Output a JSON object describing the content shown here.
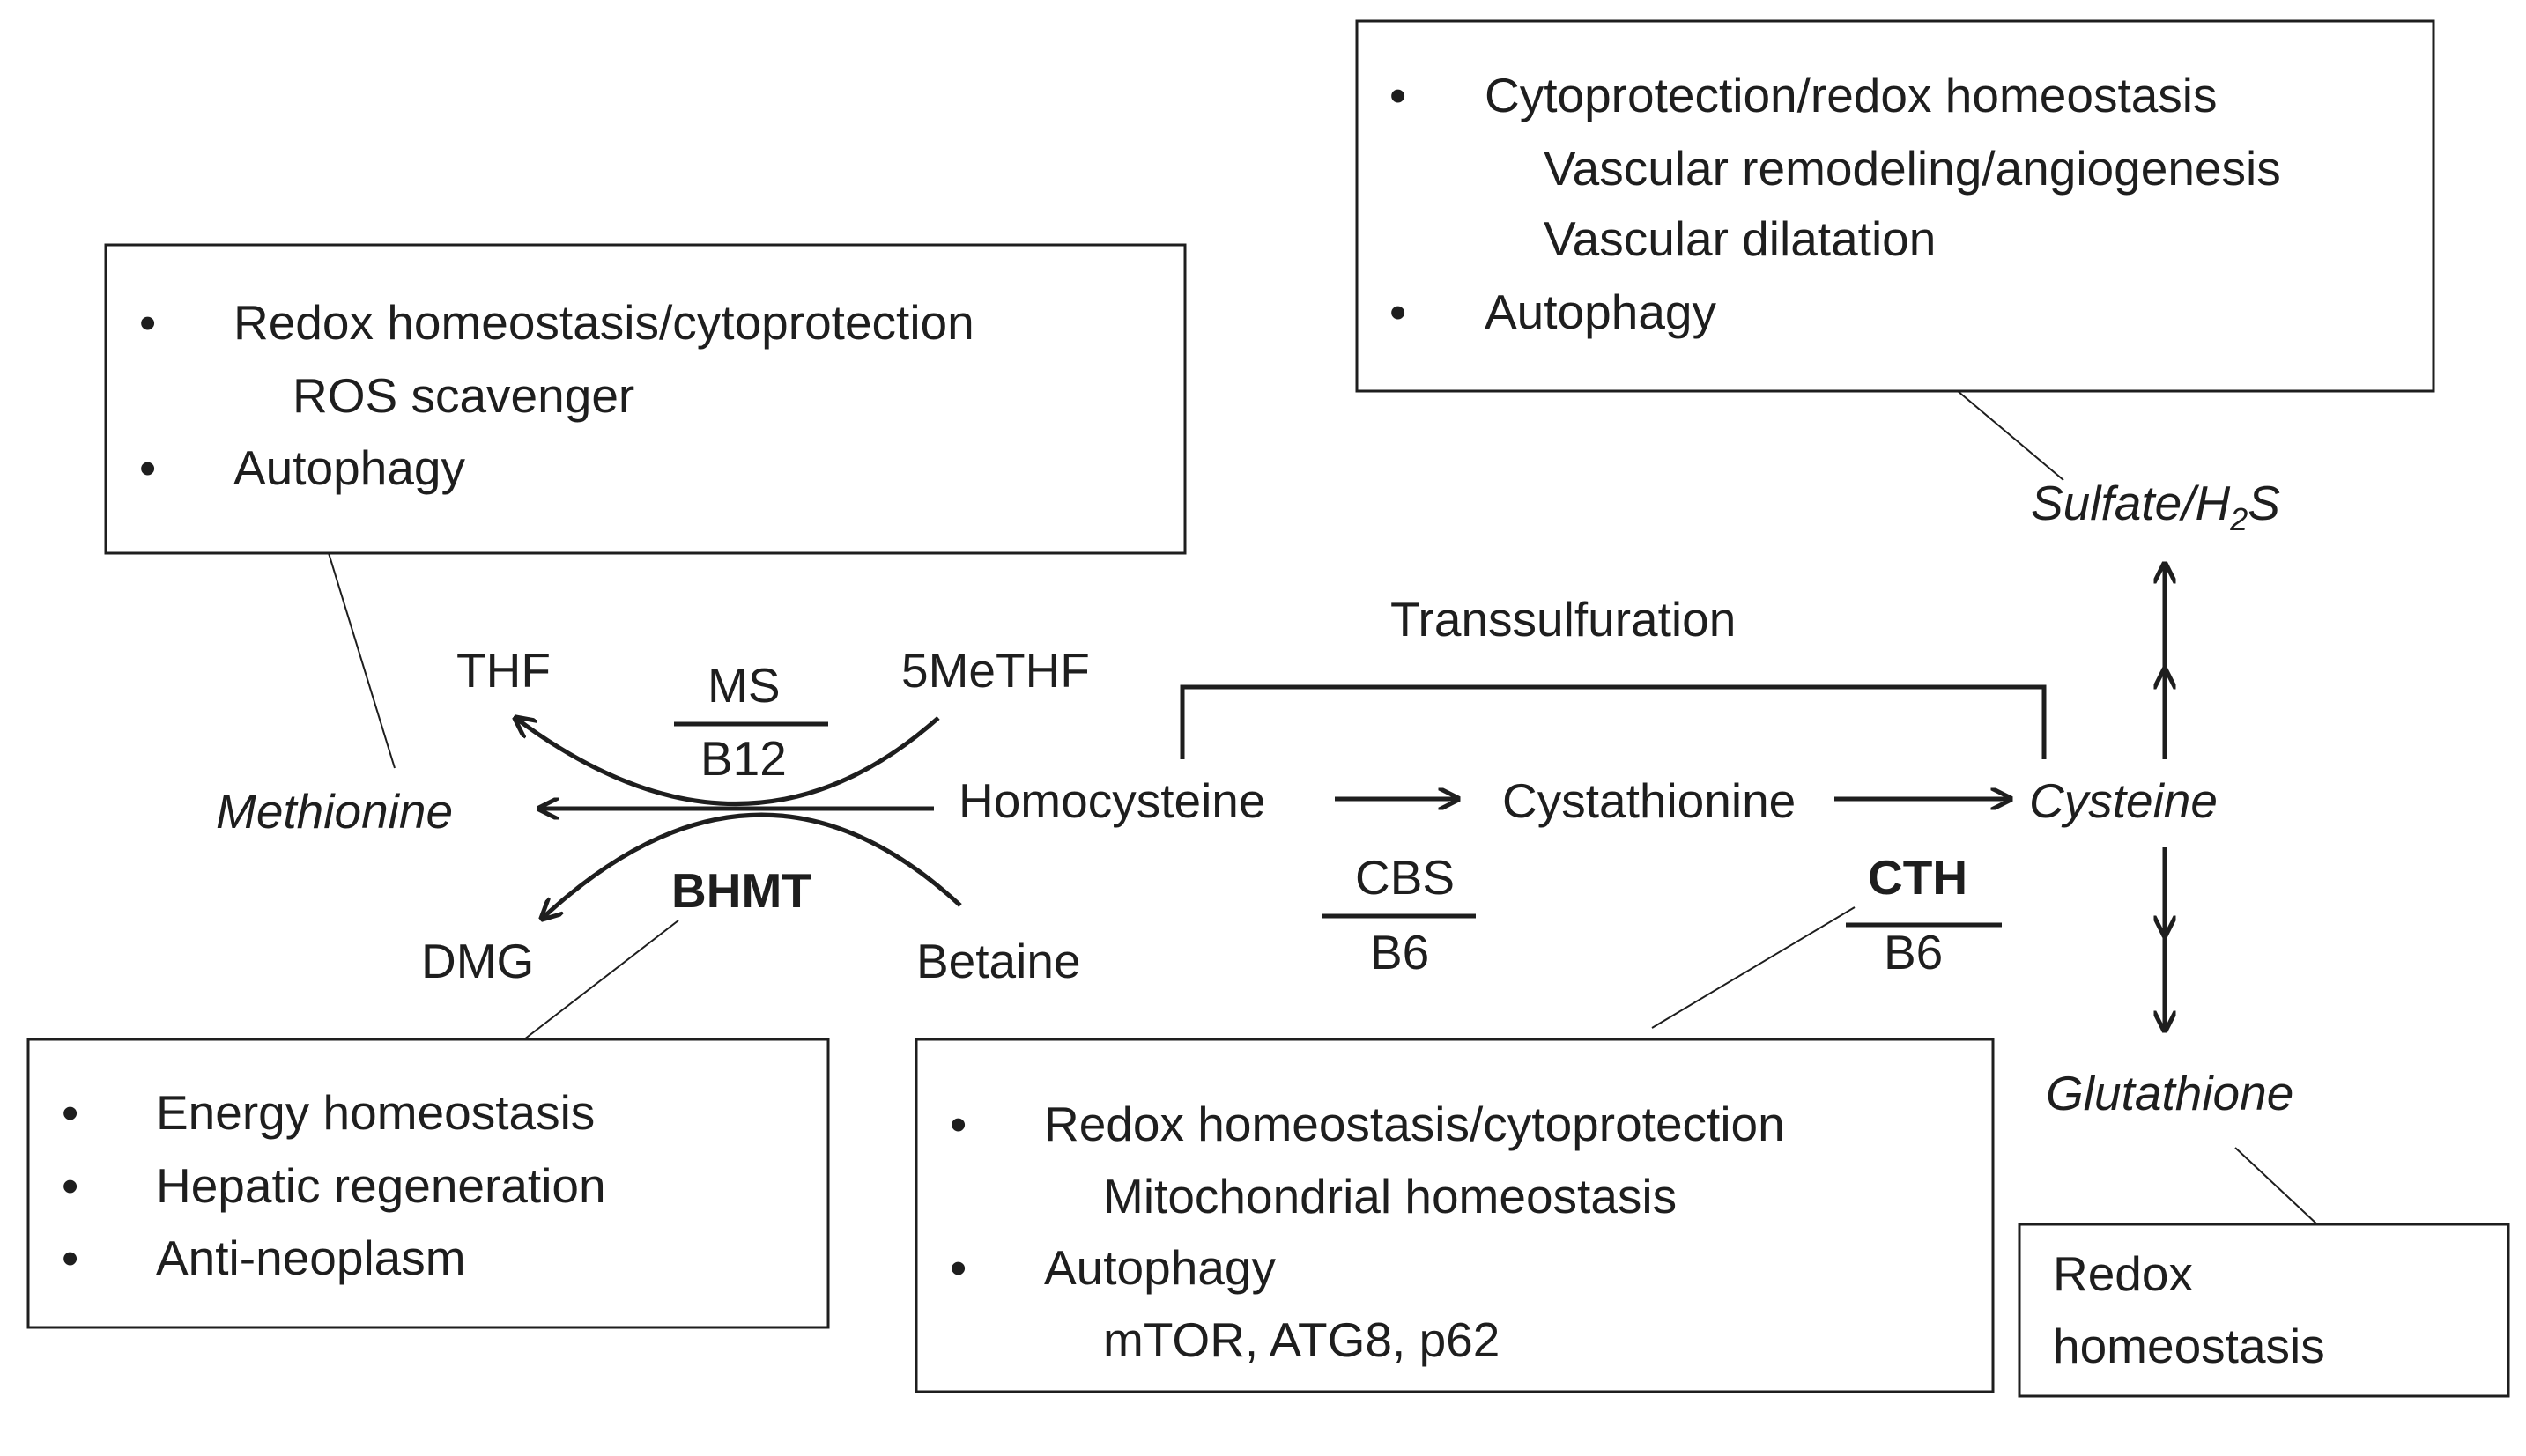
{
  "metabolites": {
    "thf": "THF",
    "methionine": "Methionine",
    "dmg": "DMG",
    "five_methf": "5MeTHF",
    "homocysteine": "Homocysteine",
    "betaine": "Betaine",
    "cystathionine": "Cystathionine",
    "cysteine": "Cysteine",
    "sulfate_h2s_prefix": "Sulfate/H",
    "sulfate_h2s_sub": "2",
    "sulfate_h2s_suffix": "S",
    "glutathione": "Glutathione"
  },
  "pathway": {
    "transsulfuration": "Transsulfuration"
  },
  "enzymes": {
    "ms": "MS",
    "ms_cofactor": "B12",
    "bhmt": "BHMT",
    "cbs": "CBS",
    "cbs_cofactor": "B6",
    "cth": "CTH",
    "cth_cofactor": "B6"
  },
  "boxes": {
    "methionine_box": {
      "bullet": "•",
      "line1": "Redox homeostasis/cytoprotection",
      "line2": "ROS scavenger",
      "line3": "Autophagy"
    },
    "sulfate_box": {
      "bullet": "•",
      "line1": "Cytoprotection/redox homeostasis",
      "line2": "Vascular remodeling/angiogenesis",
      "line3": "Vascular dilatation",
      "line4": "Autophagy"
    },
    "bhmt_box": {
      "bullet": "•",
      "line1": "Energy homeostasis",
      "line2": "Hepatic regeneration",
      "line3": "Anti-neoplasm"
    },
    "cth_box": {
      "bullet": "•",
      "line1": "Redox homeostasis/cytoprotection",
      "line2": "Mitochondrial homeostasis",
      "line3": "Autophagy",
      "line4": "mTOR, ATG8, p62"
    },
    "glutathione_box": {
      "line1": "Redox",
      "line2": "homeostasis"
    }
  }
}
